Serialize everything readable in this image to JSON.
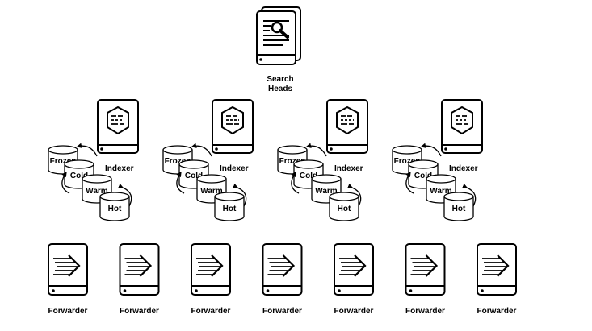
{
  "search_head": {
    "label_line1": "Search",
    "label_line2": "Heads",
    "icon": "search-document-icon"
  },
  "indexers": [
    {
      "label": "Indexer",
      "buckets": [
        "Frozen",
        "Cold",
        "Warm",
        "Hot"
      ]
    },
    {
      "label": "Indexer",
      "buckets": [
        "Frozen",
        "Cold",
        "Warm",
        "Hot"
      ]
    },
    {
      "label": "Indexer",
      "buckets": [
        "Frozen",
        "Cold",
        "Warm",
        "Hot"
      ]
    },
    {
      "label": "Indexer",
      "buckets": [
        "Frozen",
        "Cold",
        "Warm",
        "Hot"
      ]
    }
  ],
  "forwarders": [
    {
      "label": "Forwarder"
    },
    {
      "label": "Forwarder"
    },
    {
      "label": "Forwarder"
    },
    {
      "label": "Forwarder"
    },
    {
      "label": "Forwarder"
    },
    {
      "label": "Forwarder"
    },
    {
      "label": "Forwarder"
    }
  ],
  "colors": {
    "stroke": "#000000",
    "fill": "#ffffff"
  }
}
